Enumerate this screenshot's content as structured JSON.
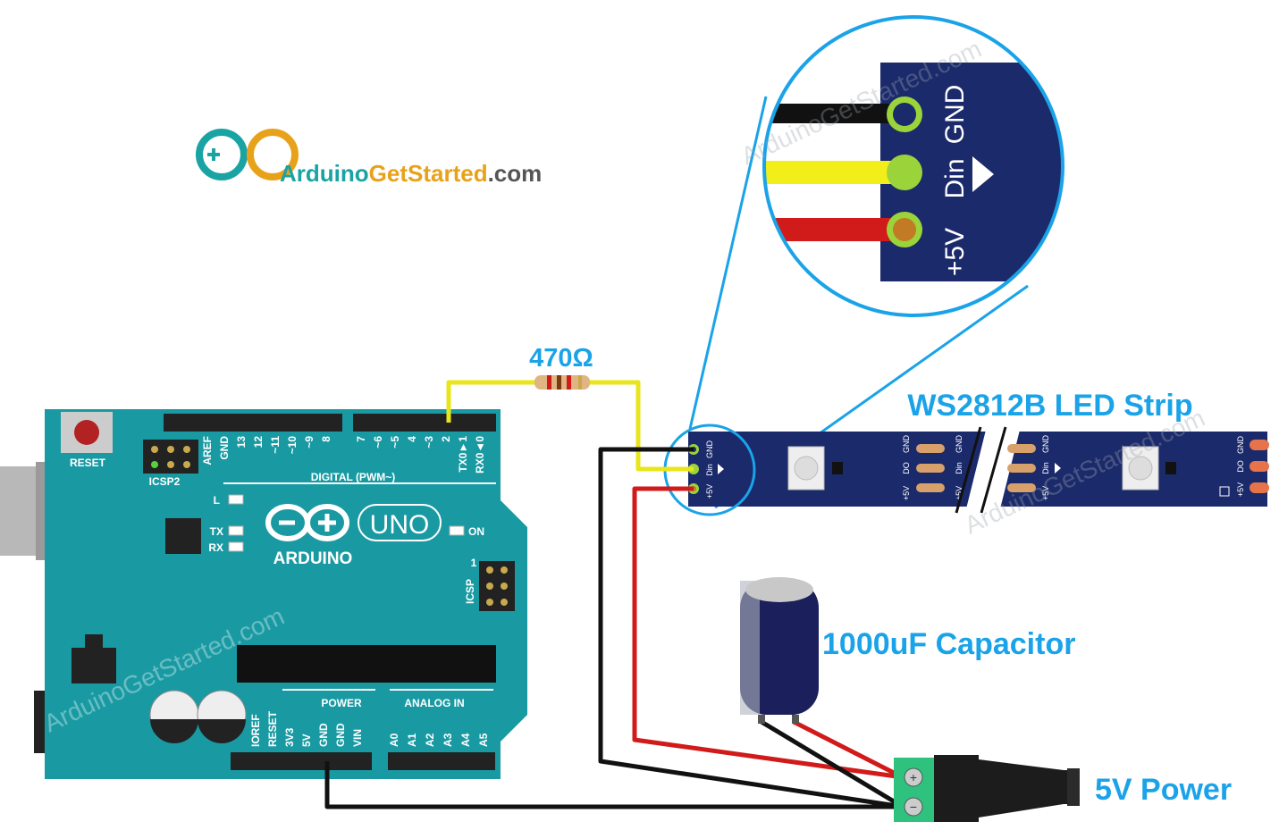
{
  "logo": {
    "brand_dark": "Arduino",
    "brand_accent": "GetStarted",
    "brand_suffix": ".com"
  },
  "labels": {
    "resistor": "470Ω",
    "strip": "WS2812B LED Strip",
    "capacitor": "1000uF Capacitor",
    "power": "5V Power"
  },
  "arduino": {
    "reset": "RESET",
    "icsp2": "ICSP2",
    "icsp": "ICSP",
    "icsp_pin1": "1",
    "digital_header": "DIGITAL (PWM~)",
    "digital_pins_left": [
      "AREF",
      "GND",
      "13",
      "12",
      "~11",
      "~10",
      "~9",
      "8"
    ],
    "digital_pins_right": [
      "7",
      "~6",
      "~5",
      "4",
      "~3",
      "2",
      "TX0►1",
      "RX0◄0"
    ],
    "led_l": "L",
    "led_tx": "TX",
    "led_rx": "RX",
    "on": "ON",
    "brand": "ARDUINO",
    "model": "UNO",
    "power_header": "POWER",
    "analog_header": "ANALOG IN",
    "power_pins": [
      "IOREF",
      "RESET",
      "3V3",
      "5V",
      "GND",
      "GND",
      "VIN"
    ],
    "analog_pins": [
      "A0",
      "A1",
      "A2",
      "A3",
      "A4",
      "A5"
    ]
  },
  "strip_pads": {
    "gnd": "GND",
    "din": "Din",
    "v5": "+5V",
    "do": "DO"
  },
  "zoom_pads": {
    "gnd": "GND",
    "din": "Din",
    "v5": "+5V"
  },
  "watermark": "ArduinoGetStarted.com",
  "colors": {
    "board": "#199aa3",
    "strip": "#1b2a6b",
    "label": "#1aa3e8",
    "wire_signal": "#e8e61a",
    "wire_power": "#d11a1a",
    "wire_ground": "#111111",
    "terminal": "#2ec27e"
  }
}
